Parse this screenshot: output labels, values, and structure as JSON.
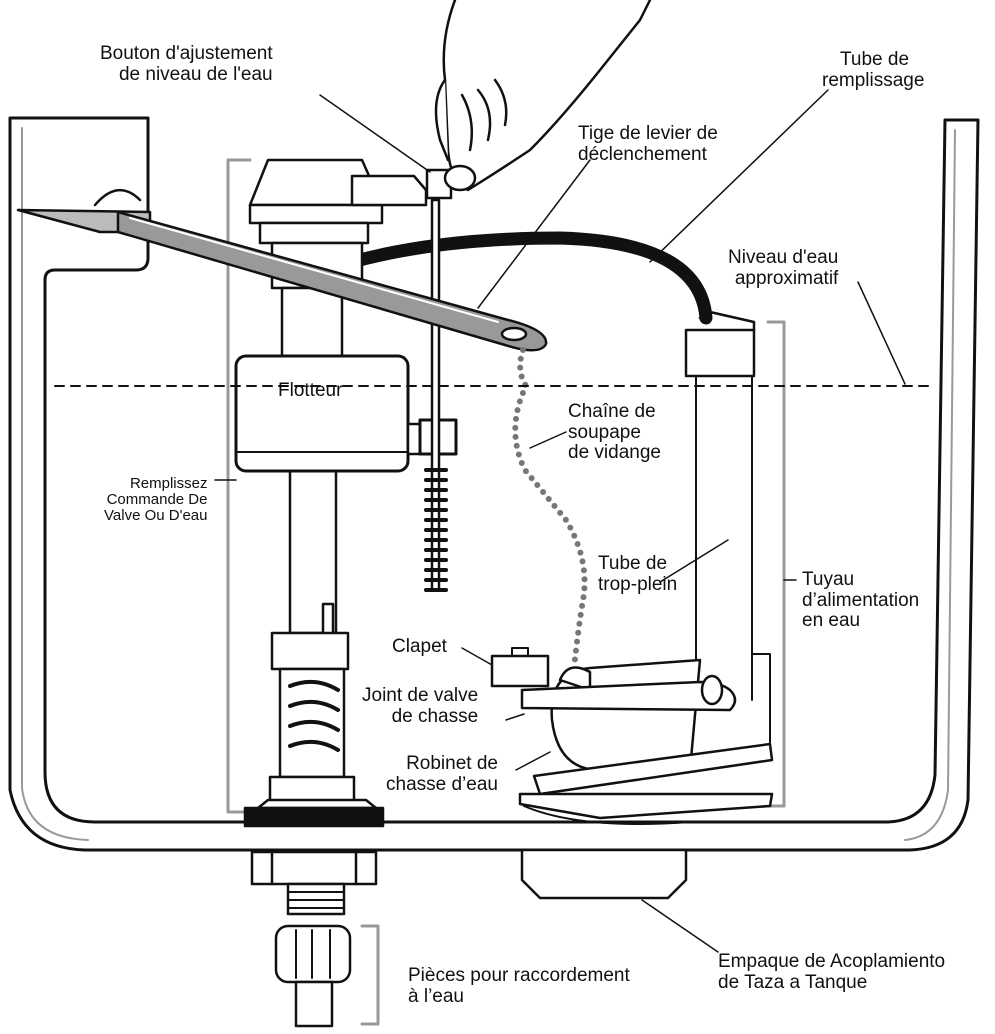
{
  "diagram": {
    "labels": {
      "water_level_knob": [
        "Bouton d'ajustement",
        "de niveau de l'eau"
      ],
      "fill_tube": [
        "Tube de",
        "remplissage"
      ],
      "trip_lever_rod": [
        "Tige de levier de",
        "déclenchement"
      ],
      "approx_water_level": [
        "Niveau d'eau",
        "approximatif"
      ],
      "float": "Flotteur",
      "flush_valve_chain": [
        "Chaîne de",
        "soupape",
        "de vidange"
      ],
      "fill_valve": [
        "Remplissez",
        "Commande De",
        "Valve Ou D'eau"
      ],
      "overflow_tube": [
        "Tube de",
        "trop-plein"
      ],
      "water_supply_pipe": [
        "Tuyau",
        "d’alimentation",
        "en eau"
      ],
      "flapper": "Clapet",
      "flush_valve_seal": [
        "Joint de valve",
        "de chasse"
      ],
      "flush_valve": [
        "Robinet de",
        "chasse d’eau"
      ],
      "tank_to_bowl_gasket": [
        "Empaque de Acoplamiento",
        "de Taza a Tanque"
      ],
      "water_connection_parts": [
        "Pièces pour raccordement",
        "à l’eau"
      ]
    }
  }
}
